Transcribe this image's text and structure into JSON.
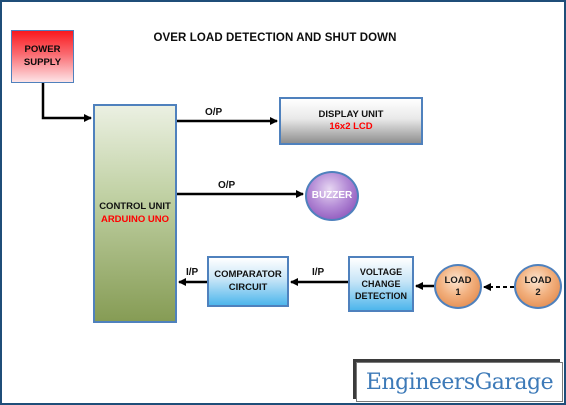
{
  "title": "OVER LOAD DETECTION AND SHUT DOWN",
  "blocks": {
    "power_supply": {
      "line1": "POWER",
      "line2": "SUPPLY"
    },
    "control_unit": {
      "line1": "CONTROL UNIT",
      "line2": "ARDUINO UNO"
    },
    "display_unit": {
      "line1": "DISPLAY UNIT",
      "line2": "16x2 LCD"
    },
    "buzzer": {
      "label": "BUZZER"
    },
    "comparator": {
      "line1": "COMPARATOR",
      "line2": "CIRCUIT"
    },
    "voltage_change": {
      "line1": "VOLTAGE",
      "line2": "CHANGE",
      "line3": "DETECTION"
    },
    "load1": {
      "line1": "LOAD",
      "line2": "1"
    },
    "load2": {
      "line1": "LOAD",
      "line2": "2"
    }
  },
  "connection_labels": {
    "to_display": "O/P",
    "to_buzzer": "O/P",
    "from_comparator": "I/P",
    "from_voltage_detection": "I/P"
  },
  "logo": {
    "text": "EngineersGarage"
  },
  "colors": {
    "border": "#4f81bd",
    "arrow": "#000000",
    "highlight_text": "#ff0000"
  }
}
